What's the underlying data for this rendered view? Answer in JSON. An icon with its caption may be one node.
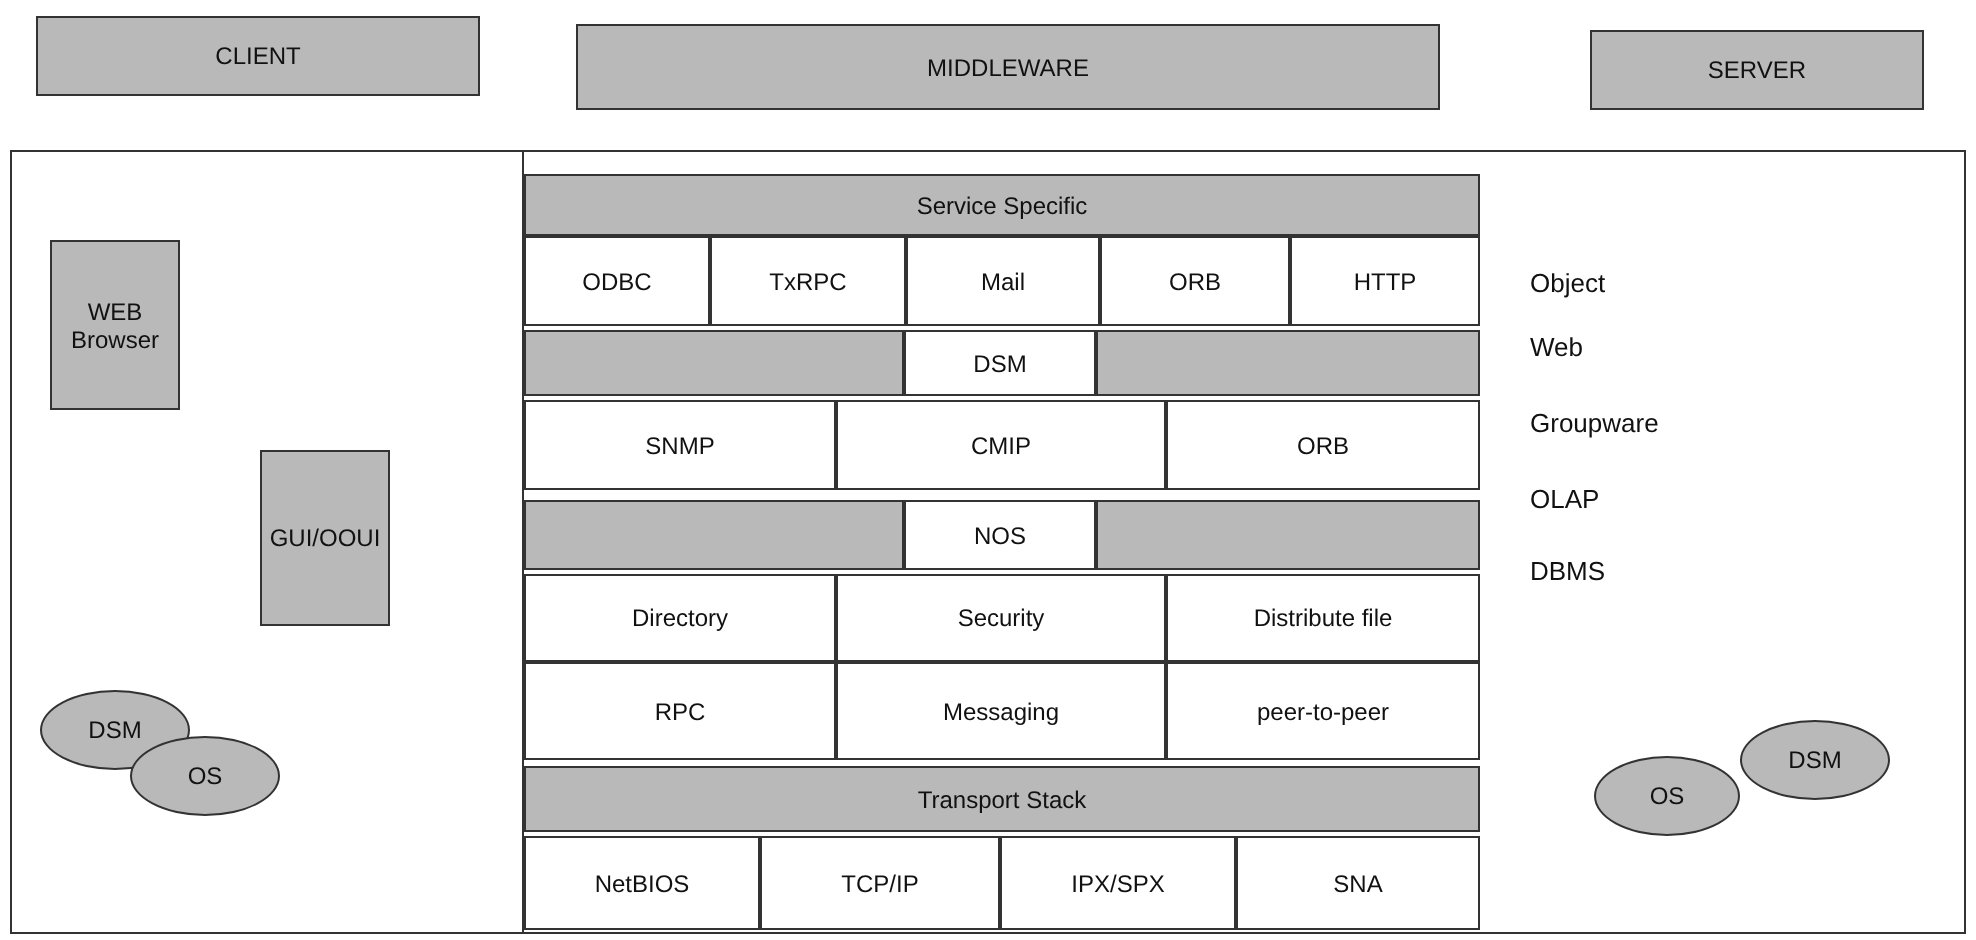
{
  "diagram": {
    "nodes": [
      {
        "text": [
          "CLIENT"
        ]
      },
      {
        "text": [
          "MIDDLEWARE"
        ]
      },
      {
        "text": [
          "SERVER"
        ]
      },
      {
        "text": [
          "WEB Browser"
        ]
      },
      {
        "text": [
          "GUI/OOUI"
        ]
      },
      {
        "text": [
          "DSM"
        ]
      },
      {
        "text": [
          "OS"
        ]
      },
      {
        "text": [
          "Service Specific"
        ]
      },
      {
        "text": [
          "ODBC"
        ]
      },
      {
        "text": [
          "TxRPC"
        ]
      },
      {
        "text": [
          "Mail"
        ]
      },
      {
        "text": [
          "ORB"
        ]
      },
      {
        "text": [
          "HTTP"
        ]
      },
      {
        "text": [],
        "shape": "bar"
      },
      {
        "text": [
          "DSM"
        ]
      },
      {
        "text": [],
        "shape": "bar"
      },
      {
        "text": [
          "SNMP"
        ]
      },
      {
        "text": [
          "CMIP"
        ]
      },
      {
        "text": [
          "ORB"
        ]
      },
      {
        "text": [],
        "shape": "bar"
      },
      {
        "text": [
          "NOS"
        ]
      },
      {
        "text": [],
        "shape": "bar"
      },
      {
        "text": [
          "Directory"
        ]
      },
      {
        "text": [
          "Security"
        ]
      },
      {
        "text": [
          "Distribute file"
        ]
      },
      {
        "text": [
          "RPC"
        ]
      },
      {
        "text": [
          "Messaging"
        ]
      },
      {
        "text": [
          "peer-to-peer"
        ]
      },
      {
        "text": [
          "Transport Stack"
        ]
      },
      {
        "text": [
          "NetBIOS"
        ]
      },
      {
        "text": [
          "TCP/IP"
        ]
      },
      {
        "text": [
          "IPX/SPX"
        ]
      },
      {
        "text": [
          "SNA"
        ]
      },
      {
        "text": [
          "OS"
        ]
      },
      {
        "text": [
          "DSM"
        ]
      }
    ],
    "edges": [],
    "labels": [
      "Object",
      "Web",
      "Groupware",
      "OLAP",
      "DBMS"
    ]
  }
}
